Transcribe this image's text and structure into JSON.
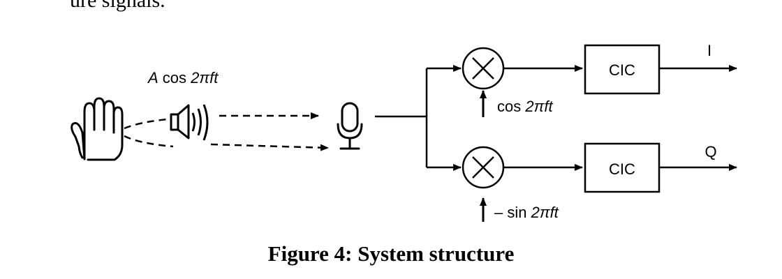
{
  "page": {
    "top_text": "ure signals.",
    "caption": "Figure 4: System structure"
  },
  "diagram": {
    "source_label_a": "A",
    "source_label_cos": " cos ",
    "source_label_arg": "2πft",
    "osc_top_func": "cos ",
    "osc_top_arg": "2πft",
    "osc_bottom_func": "– sin ",
    "osc_bottom_arg": "2πft",
    "filter_top": "CIC",
    "filter_bottom": "CIC",
    "output_top": "I",
    "output_bottom": "Q"
  },
  "icons": {
    "hand": "hand-icon",
    "speaker": "speaker-icon",
    "microphone": "microphone-icon",
    "mixer": "multiplier-icon"
  },
  "colors": {
    "ink": "#000000",
    "background": "#ffffff"
  }
}
